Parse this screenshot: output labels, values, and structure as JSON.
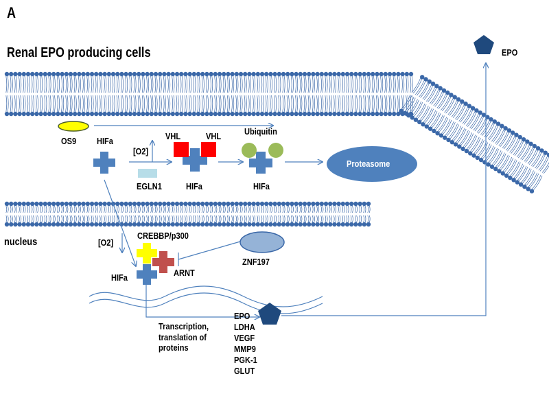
{
  "panel_label": "A",
  "title": "Renal EPO producing cells",
  "nucleus_label": "nucleus",
  "labels": {
    "os9": "OS9",
    "hifa_free": "HIFa",
    "o2_top": "[O2]",
    "vhl_left": "VHL",
    "vhl_right": "VHL",
    "egln1": "EGLN1",
    "hifa_vhl": "HIFa",
    "ubiquitin": "Ubiquitin",
    "hifa_ub": "HIFa",
    "proteasome": "Proteasome",
    "o2_nucleus": "[O2]",
    "crebbp": "CREBBP/p300",
    "znf197": "ZNF197",
    "hifa_nucleus": "HIFa",
    "arnt": "ARNT",
    "transcription": "Transcription,\ntranslation of\nproteins",
    "epo_out": "EPO"
  },
  "genes": [
    "EPO",
    "LDHA",
    "VEGF",
    "MMP9",
    "PGK-1",
    "GLUT"
  ],
  "colors": {
    "membrane": "#3b68a8",
    "hifa": "#4f81bd",
    "vhl": "#ff0000",
    "egln1": "#b7dde8",
    "ubiquitin": "#9bbb59",
    "os9": "#ffff00",
    "os9_stroke": "#4b5d2a",
    "proteasome": "#4f81bd",
    "znf197": "#95b3d7",
    "crebbp": "#ffff00",
    "arnt": "#c0504d",
    "epo": "#1f497d",
    "arrow": "#4f81bd"
  }
}
